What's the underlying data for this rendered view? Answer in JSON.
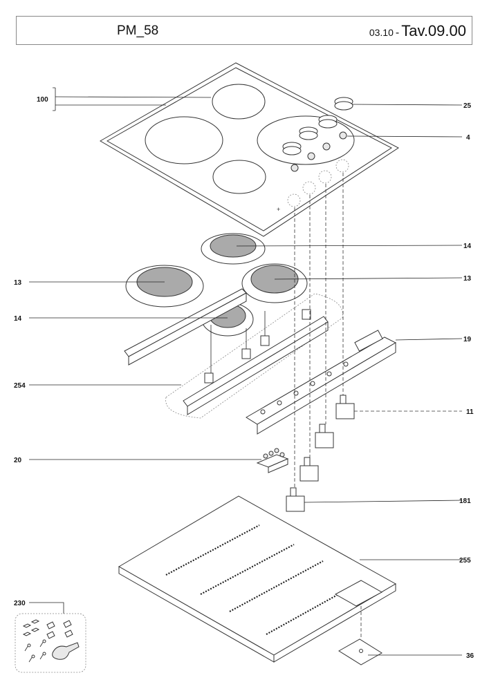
{
  "header": {
    "model": "PM_58",
    "date": "03.10",
    "separator": "-",
    "table": "Tav.09.00"
  },
  "callouts": [
    {
      "id": "c100",
      "text": "100"
    },
    {
      "id": "c25",
      "text": "25"
    },
    {
      "id": "c4",
      "text": "4"
    },
    {
      "id": "c14a",
      "text": "14"
    },
    {
      "id": "c13a",
      "text": "13"
    },
    {
      "id": "c13b",
      "text": "13"
    },
    {
      "id": "c14b",
      "text": "14"
    },
    {
      "id": "c19",
      "text": "19"
    },
    {
      "id": "c254",
      "text": "254"
    },
    {
      "id": "c11",
      "text": "11"
    },
    {
      "id": "c20",
      "text": "20"
    },
    {
      "id": "c181",
      "text": "181"
    },
    {
      "id": "c255",
      "text": "255"
    },
    {
      "id": "c230",
      "text": "230"
    },
    {
      "id": "c36",
      "text": "36"
    }
  ]
}
